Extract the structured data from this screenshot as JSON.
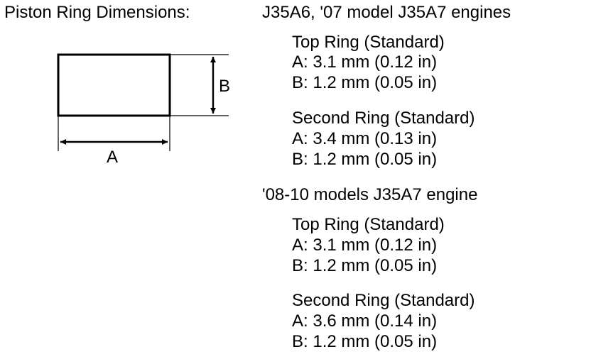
{
  "title": "Piston Ring Dimensions:",
  "diagram": {
    "label_a": "A",
    "label_b": "B"
  },
  "groups": [
    {
      "heading": "J35A6, '07 model J35A7 engines",
      "rings": [
        {
          "name": "Top Ring (Standard)",
          "a": "A: 3.1 mm (0.12 in)",
          "b": "B: 1.2 mm (0.05 in)"
        },
        {
          "name": "Second Ring (Standard)",
          "a": "A: 3.4 mm (0.13 in)",
          "b": "B: 1.2 mm (0.05 in)"
        }
      ]
    },
    {
      "heading": "'08-10 models J35A7 engine",
      "rings": [
        {
          "name": "Top Ring (Standard)",
          "a": "A: 3.1 mm (0.12 in)",
          "b": "B: 1.2 mm (0.05 in)"
        },
        {
          "name": "Second Ring (Standard)",
          "a": "A: 3.6 mm (0.14 in)",
          "b": "B: 1.2 mm (0.05 in)"
        }
      ]
    }
  ]
}
